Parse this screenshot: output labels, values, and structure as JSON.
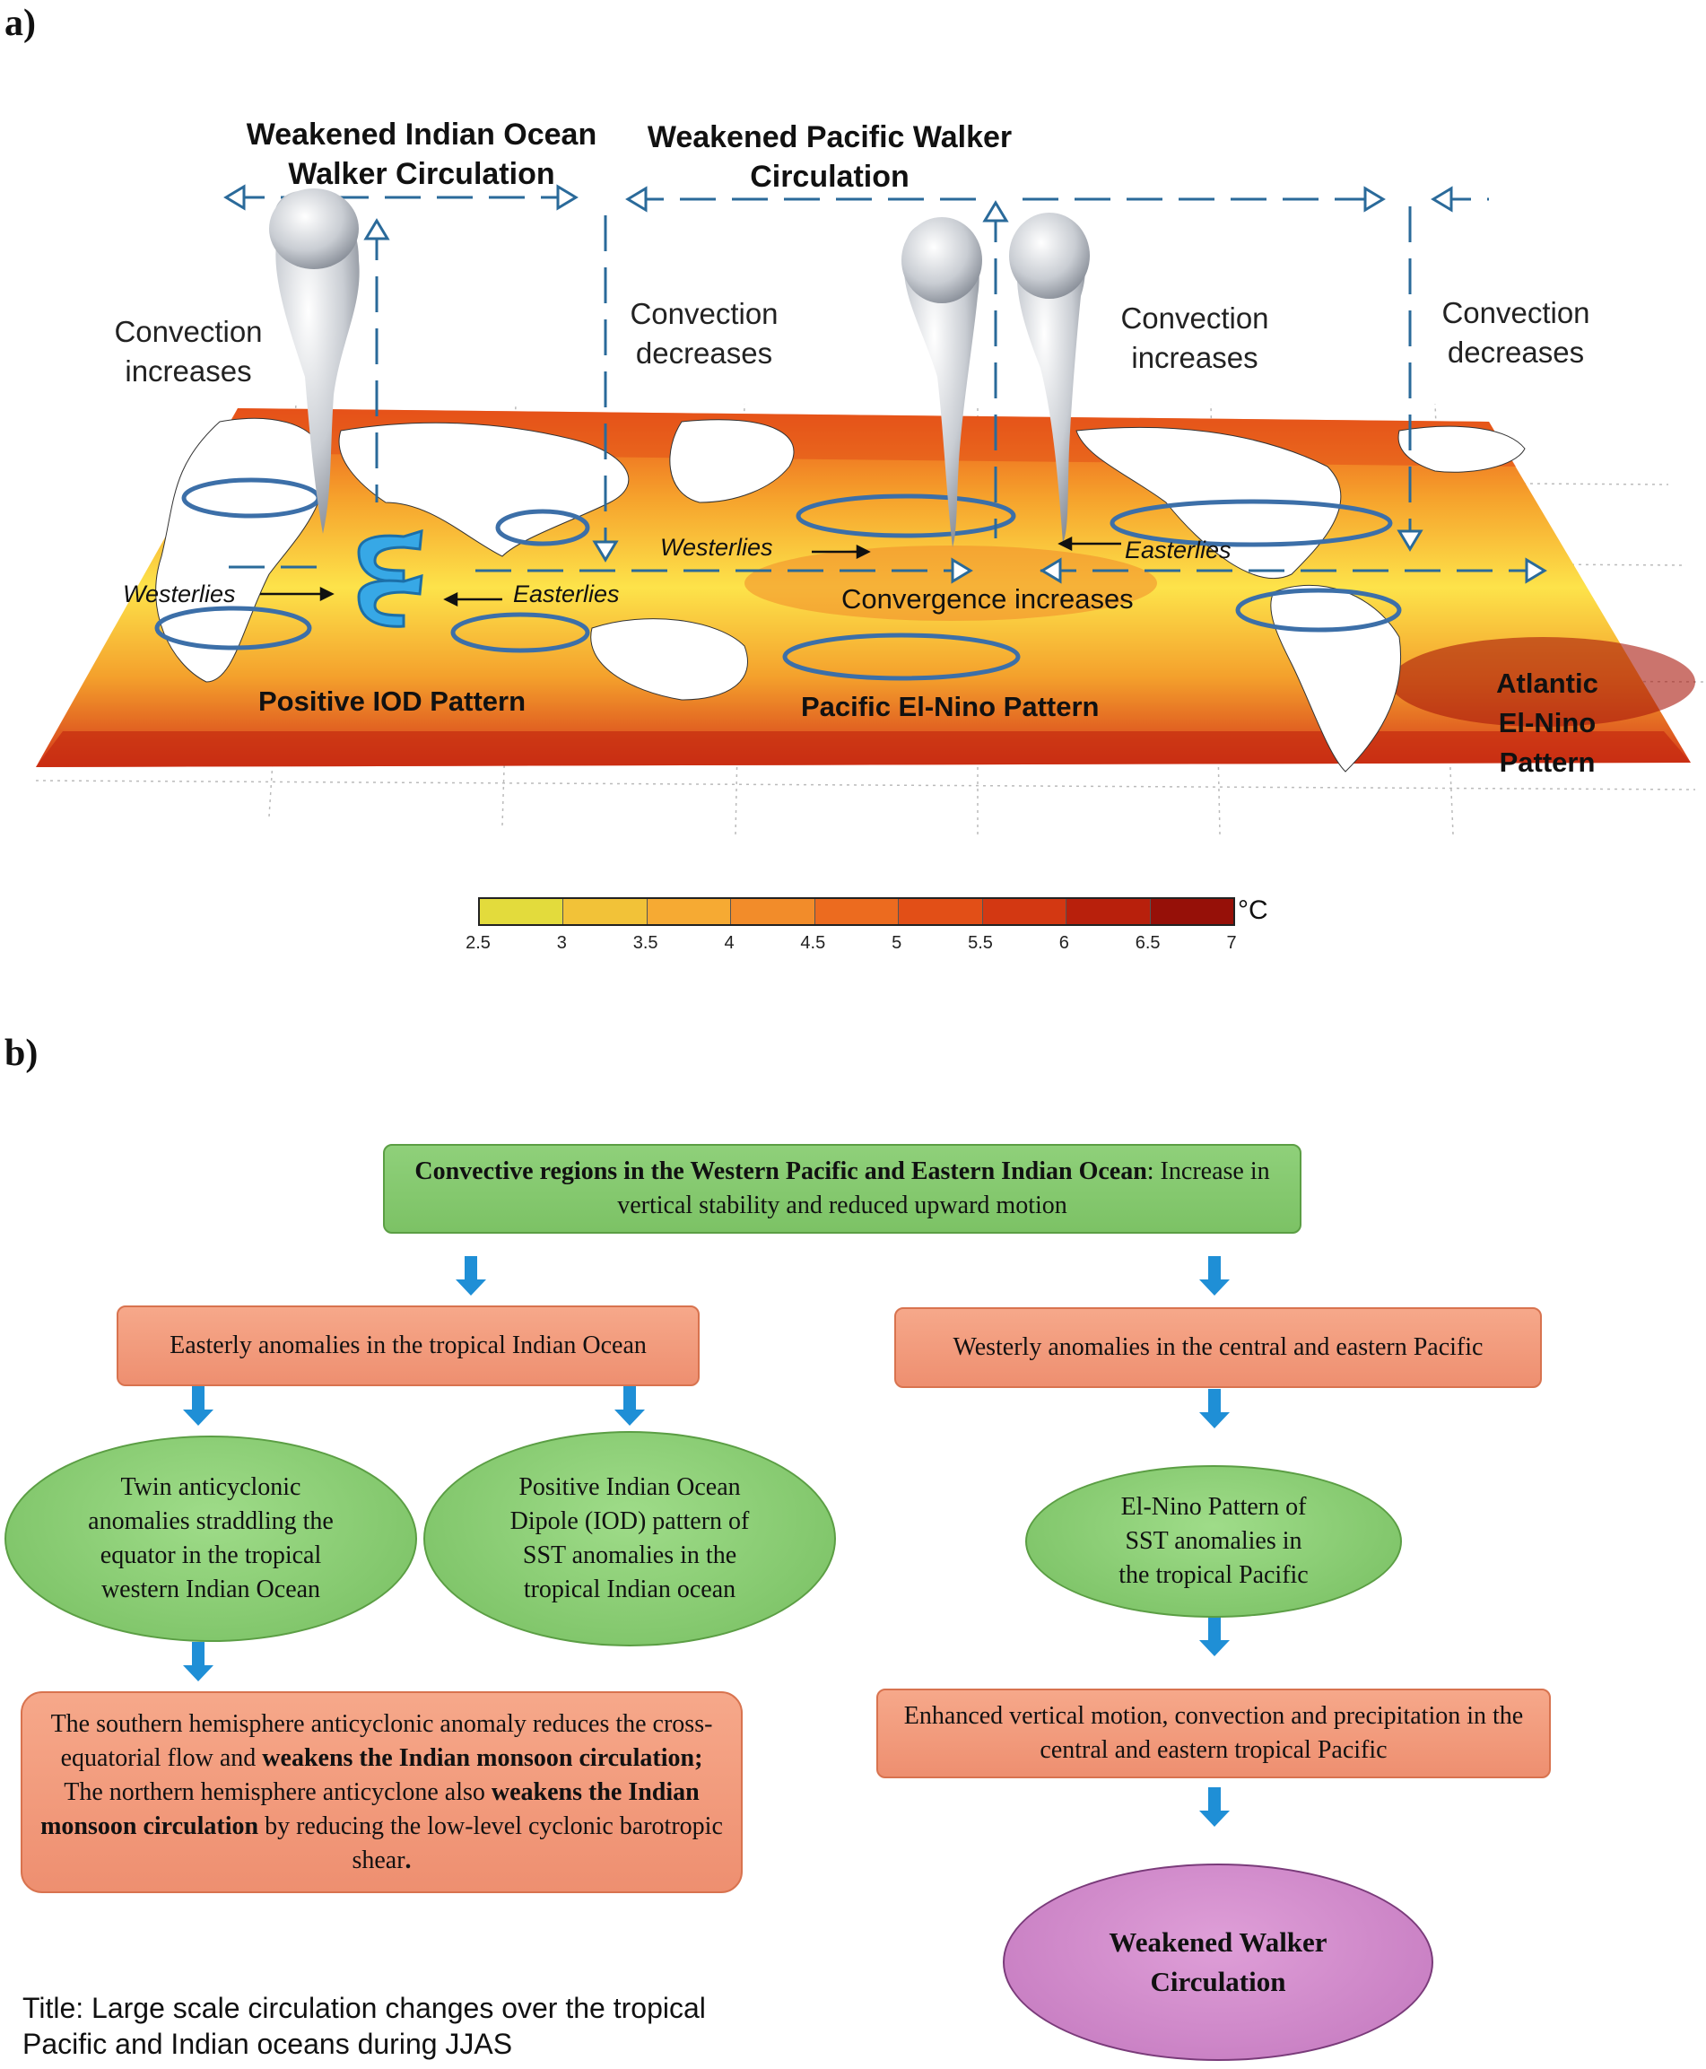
{
  "panel_a": {
    "label": "a)",
    "titles": {
      "indian_walker": "Weakened Indian Ocean Walker Circulation",
      "pacific_walker": "Weakened Pacific Walker Circulation"
    },
    "convection": {
      "io_west": "Convection increases",
      "io_east": "Convection decreases",
      "pacific_central": "Convection increases",
      "pacific_east": "Convection decreases"
    },
    "winds": {
      "westerlies_io": "Westerlies",
      "easterlies_io": "Easterlies",
      "westerlies_pac": "Westerlies",
      "easterlies_pac": "Easterlies"
    },
    "convergence": "Convergence increases",
    "patterns": {
      "iod": "Positive IOD Pattern",
      "pacific": "Pacific El-Nino Pattern",
      "atlantic": "Atlantic El-Nino Pattern"
    },
    "colorbar": {
      "ticks": [
        "2.5",
        "3",
        "3.5",
        "4",
        "4.5",
        "5",
        "5.5",
        "6",
        "6.5",
        "7"
      ],
      "unit": "°C",
      "colors": [
        "#e3db3c",
        "#f2c238",
        "#f6aa33",
        "#f28c2a",
        "#ec6b1f",
        "#e24f17",
        "#d33812",
        "#b8200c",
        "#961008"
      ]
    }
  },
  "panel_b": {
    "label": "b)",
    "top_box": {
      "bold": "Convective regions in the Western Pacific and Eastern Indian Ocean",
      "rest": ": Increase in vertical stability and reduced upward motion"
    },
    "left_box": "Easterly anomalies in the tropical Indian Ocean",
    "right_box": "Westerly anomalies in the central and eastern Pacific",
    "ellipse_twin": "Twin anticyclonic anomalies straddling the equator in the tropical western Indian Ocean",
    "ellipse_iod": "Positive Indian Ocean Dipole (IOD) pattern of SST anomalies in the tropical Indian ocean",
    "ellipse_elnino": "El-Nino Pattern of SST anomalies in the tropical Pacific",
    "monsoon_box": {
      "p1": "The southern hemisphere anticyclonic anomaly reduces the cross- equatorial flow and ",
      "b1": "weakens the Indian monsoon circulation;",
      "p2": " The northern hemisphere anticyclone also ",
      "b2": "weakens the Indian monsoon circulation",
      "p3": " by reducing the low-level cyclonic barotropic shear",
      "b3": "."
    },
    "enhanced_box": "Enhanced vertical motion, convection and precipitation in the central and eastern tropical Pacific",
    "final_ellipse": "Weakened Walker Circulation"
  },
  "footer": "Title: Large scale circulation changes over the tropical Pacific and  Indian oceans during JJAS"
}
